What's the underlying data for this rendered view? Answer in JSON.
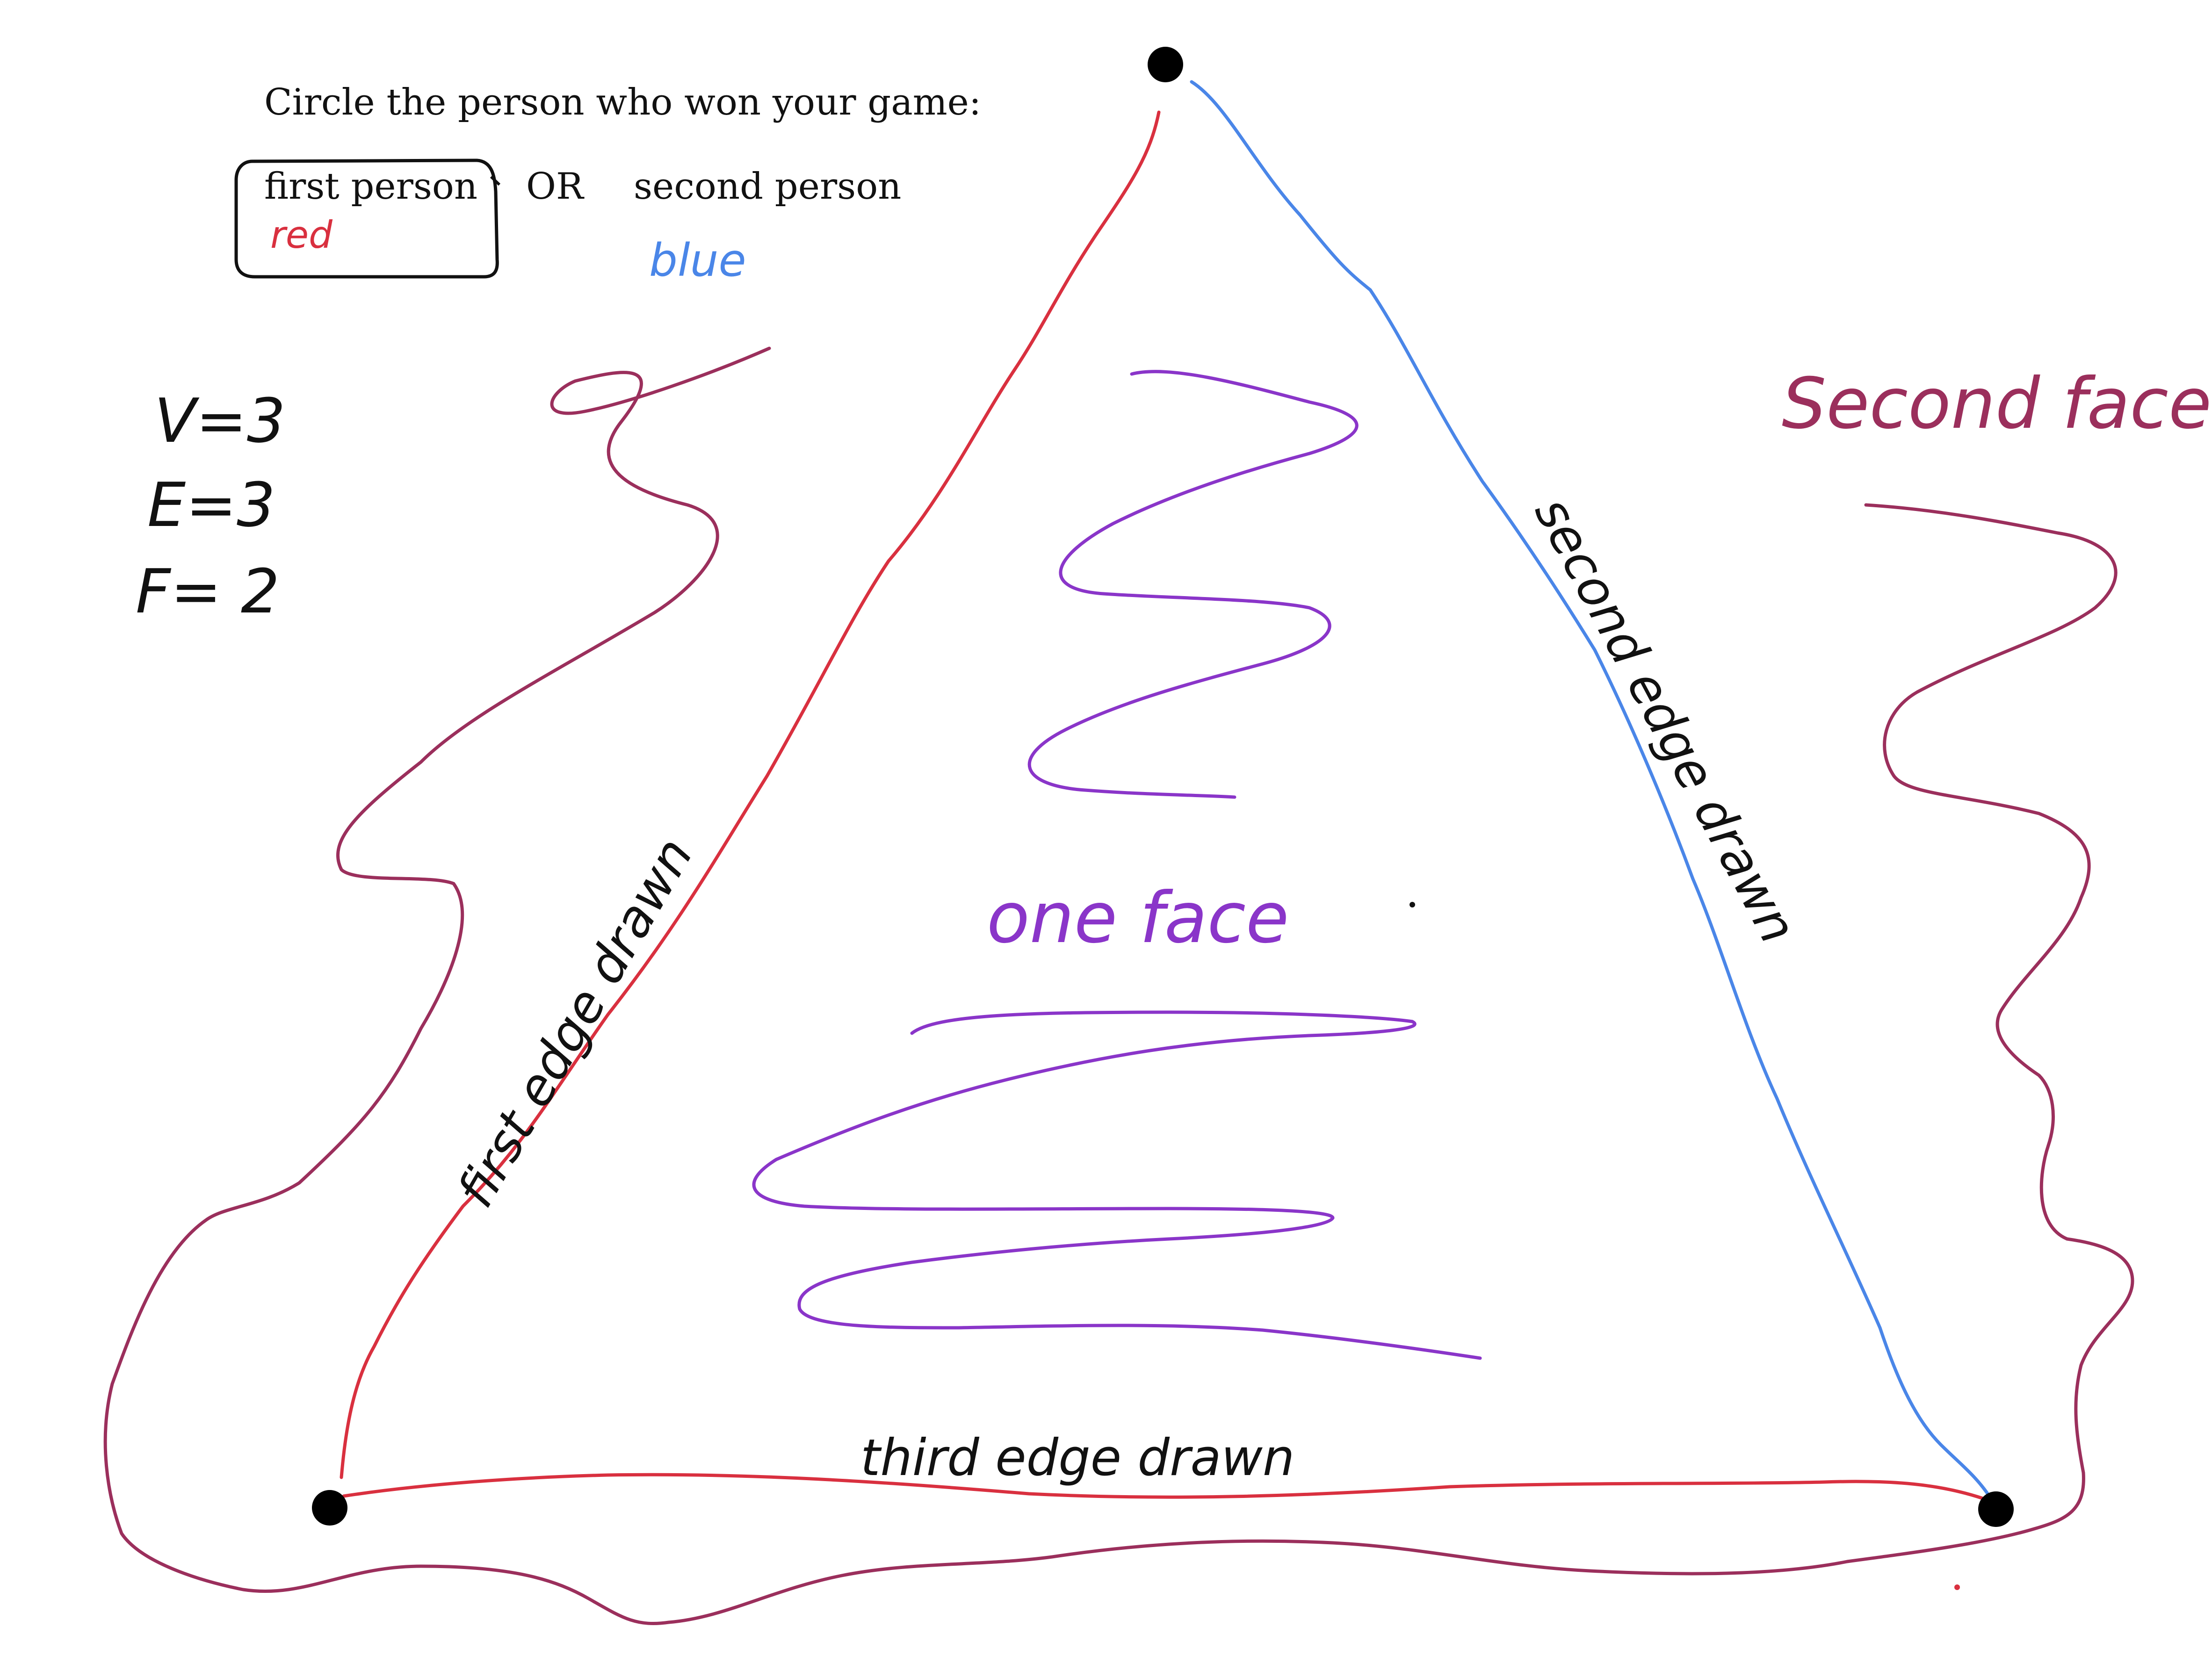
{
  "prompt": "Circle the person who won your game:",
  "choices": {
    "first": "first person",
    "separator": "OR",
    "second": "second person"
  },
  "player_colors": {
    "first": "red",
    "second": "blue"
  },
  "counts": {
    "v": "V=3",
    "e": "E=3",
    "f": "F= 2"
  },
  "faces": {
    "inner": "one face",
    "outer": "Second face"
  },
  "edges": {
    "first": "first edge drawn",
    "second": "second edge drawn",
    "third": "third edge drawn"
  },
  "colors": {
    "red": "#d9303f",
    "blue": "#4a86e8",
    "purple": "#8a35c9",
    "maroon": "#9b2f5c",
    "ink": "#111111"
  }
}
